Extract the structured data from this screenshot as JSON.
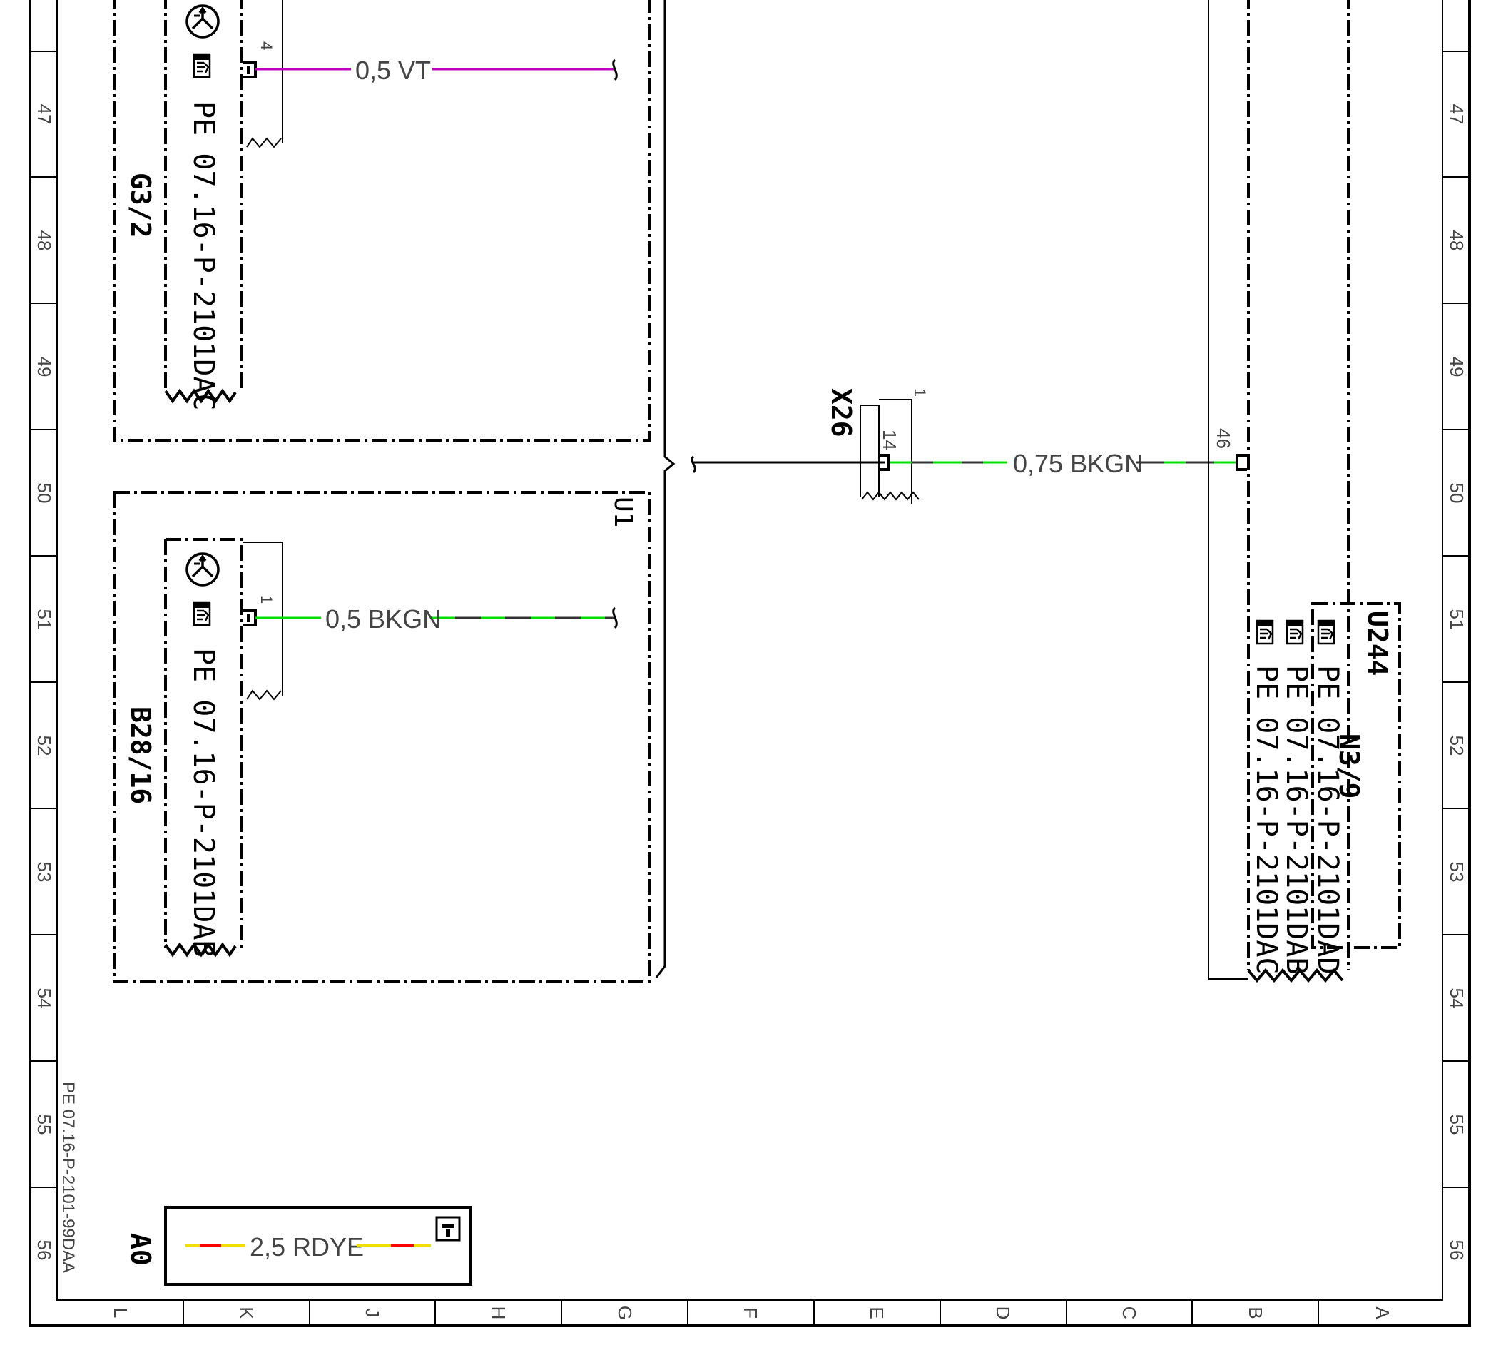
{
  "rows": [
    "47",
    "48",
    "49",
    "50",
    "51",
    "52",
    "53",
    "54",
    "55",
    "56"
  ],
  "columns": [
    "L",
    "K",
    "J",
    "H",
    "G",
    "F",
    "E",
    "D",
    "C",
    "B",
    "A"
  ],
  "footer": {
    "drawing_ref": "PE 07.16-P-2101-99DAA"
  },
  "components": {
    "g3_2": {
      "label": "G3/2",
      "ref": "PE 07.16-P-2101DAC",
      "pin": "4"
    },
    "u1": {
      "label": "U1"
    },
    "b28_16": {
      "label": "B28/16",
      "ref": "PE 07.16-P-2101DAB",
      "pin": "1"
    },
    "x26": {
      "label": "X26",
      "pin": "14",
      "pin_top": "1"
    },
    "n3_9": {
      "label": "N3/9",
      "pin": "46"
    },
    "u244": {
      "label": "U244"
    },
    "n3_9_refs": [
      "PE 07.16-P-2101DAD",
      "PE 07.16-P-2101DAB",
      "PE 07.16-P-2101DAC"
    ],
    "a0": {
      "label": "A0"
    }
  },
  "wires": {
    "w1": {
      "label": "0,5  VT",
      "color": "#c000c0"
    },
    "w2": {
      "label": "0,5  BKGN",
      "colors": [
        "#333333",
        "#00e000"
      ]
    },
    "w3": {
      "label": "0,75  BKGN",
      "colors": [
        "#333333",
        "#00e000"
      ]
    },
    "w4": {
      "label": "2,5  RDYE",
      "colors": [
        "#ff0000",
        "#f0e000"
      ]
    }
  },
  "icons": {
    "transistor": "transistor-symbol-icon",
    "hand": "pointing-hand-icon",
    "info": "info-icon"
  }
}
